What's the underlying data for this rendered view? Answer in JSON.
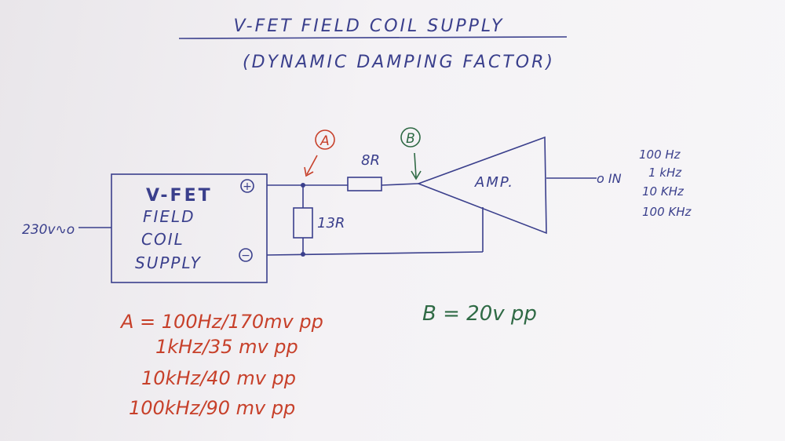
{
  "title": {
    "line1": "V-FET FIELD COIL SUPPLY",
    "line2": "(DYNAMIC DAMPING FACTOR)"
  },
  "supply": {
    "line1": "V-FET",
    "line2": "FIELD",
    "line3": "COIL",
    "line4": "SUPPLY",
    "plus": "+",
    "minus": "−",
    "mains": "230v∿o"
  },
  "nodes": {
    "a": "A",
    "b": "B"
  },
  "components": {
    "series_resistor": "8R",
    "shunt_resistor": "13R",
    "amp": "AMP."
  },
  "input": {
    "label": "o IN",
    "frequencies": [
      "100 Hz",
      "1 kHz",
      "10 KHz",
      "100 KHz"
    ]
  },
  "measurements_a": [
    "A = 100Hz/170mv pp",
    "1kHz/35 mv pp",
    "10kHz/40 mv pp",
    "100kHz/90 mv pp"
  ],
  "measurement_b": "B = 20v pp",
  "colors": {
    "ink_blue": "#3a3f8c",
    "ink_red": "#c7402a",
    "ink_green": "#2f6a45",
    "paper": "#f4f2f5"
  }
}
